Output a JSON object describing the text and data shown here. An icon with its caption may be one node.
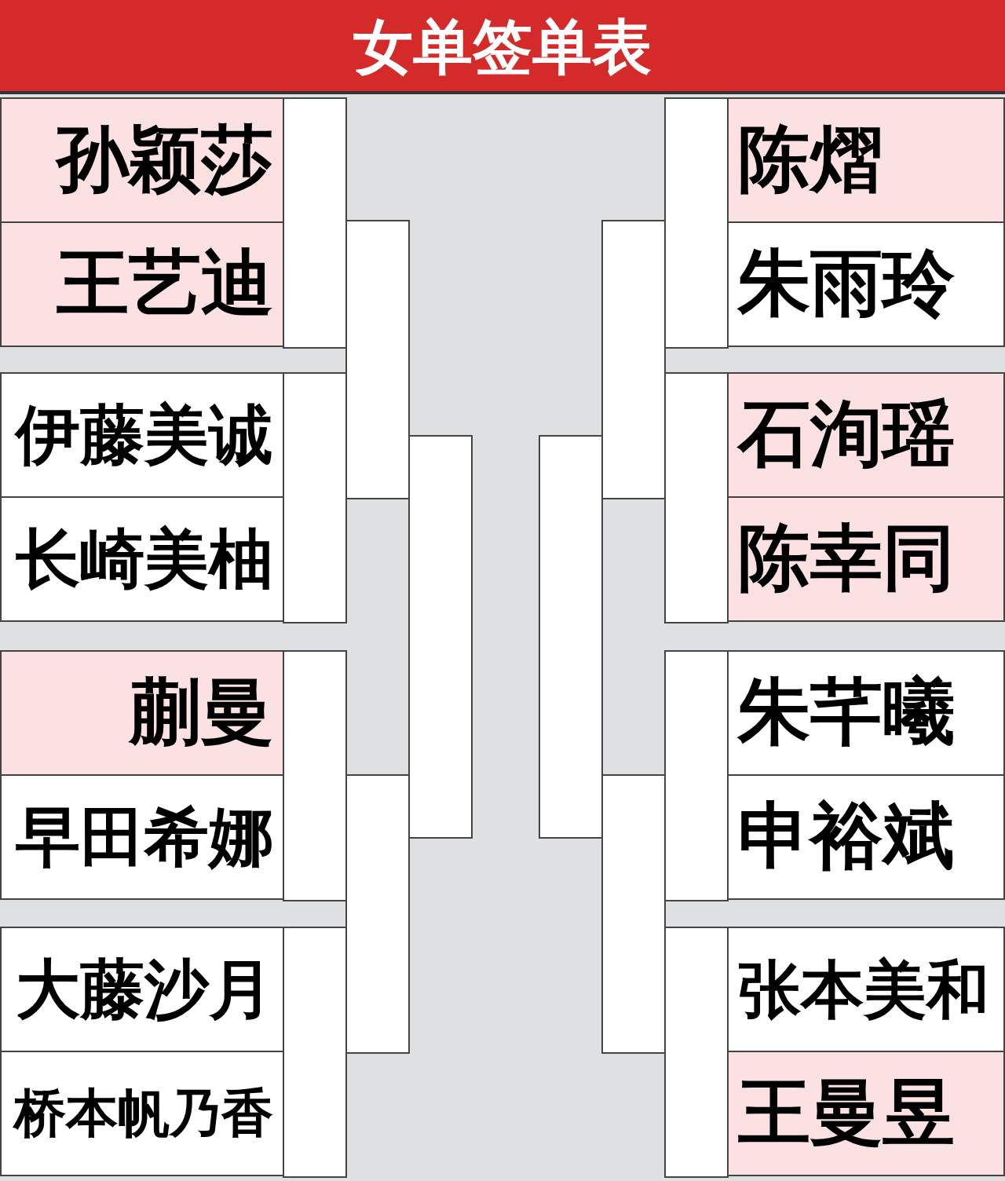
{
  "diagram": {
    "title": "女单签单表",
    "nodes": [
      {
        "text": [
          "孙颖莎"
        ]
      },
      {
        "text": [
          "王艺迪"
        ]
      },
      {
        "text": [
          "伊藤美诚"
        ]
      },
      {
        "text": [
          "长崎美柚"
        ]
      },
      {
        "text": [
          "蒯曼"
        ]
      },
      {
        "text": [
          "早田希娜"
        ]
      },
      {
        "text": [
          "大藤沙月"
        ]
      },
      {
        "text": [
          "桥本帆乃香"
        ]
      },
      {
        "text": [],
        "shape": "box"
      },
      {
        "text": [],
        "shape": "box"
      },
      {
        "text": [],
        "shape": "box"
      },
      {
        "text": [],
        "shape": "box"
      },
      {
        "text": [],
        "shape": "box"
      },
      {
        "text": [],
        "shape": "box"
      },
      {
        "text": [],
        "shape": "box"
      },
      {
        "text": [],
        "shape": "box"
      },
      {
        "text": [],
        "shape": "box"
      },
      {
        "text": [],
        "shape": "box"
      },
      {
        "text": [],
        "shape": "box"
      },
      {
        "text": [],
        "shape": "box"
      },
      {
        "text": [],
        "shape": "box"
      },
      {
        "text": [],
        "shape": "box"
      },
      {
        "text": [
          "陈熠"
        ]
      },
      {
        "text": [
          "朱雨玲"
        ]
      },
      {
        "text": [
          "石洵瑶"
        ]
      },
      {
        "text": [
          "陈幸同"
        ]
      },
      {
        "text": [
          "朱芊曦"
        ]
      },
      {
        "text": [
          "申裕斌"
        ]
      },
      {
        "text": [
          "张本美和"
        ]
      },
      {
        "text": [
          "王曼昱"
        ]
      }
    ]
  }
}
